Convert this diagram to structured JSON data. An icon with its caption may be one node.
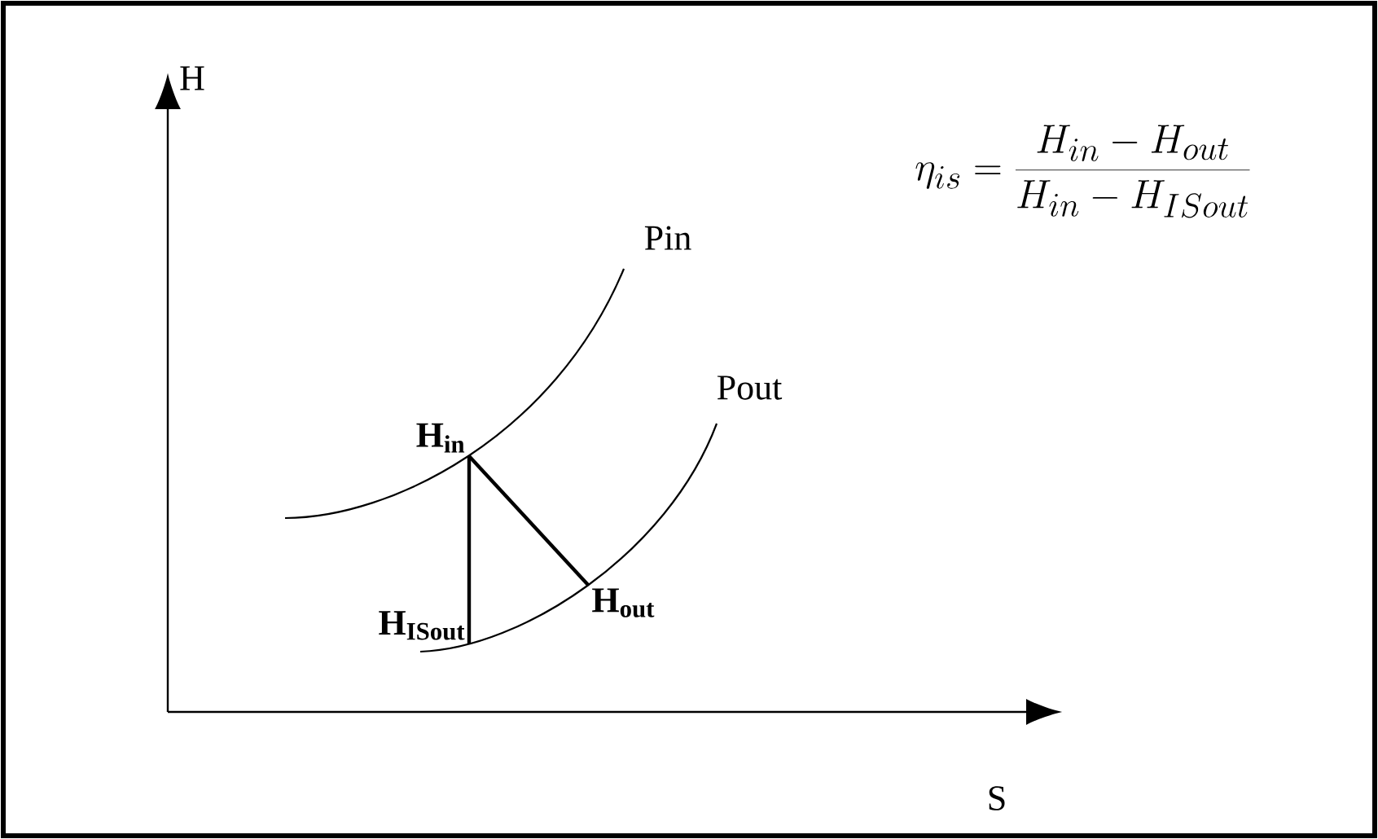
{
  "diagram": {
    "nodes": [
      {
        "text": [
          "H$_{in}$"
        ]
      },
      {
        "text": [
          "H$_{ISout}$"
        ]
      },
      {
        "text": [
          "H$_{out}$"
        ]
      }
    ],
    "edges": [
      {
        "from": 0,
        "to": 1,
        "arrow": "none"
      },
      {
        "from": 0,
        "to": 2,
        "arrow": "none"
      }
    ],
    "labels": [
      "H",
      "\\eta_{is} = \\frac{H_{in} - H_{out}}{H_{in} - H_{ISout}}",
      "Pin",
      "Pout",
      "S"
    ]
  }
}
